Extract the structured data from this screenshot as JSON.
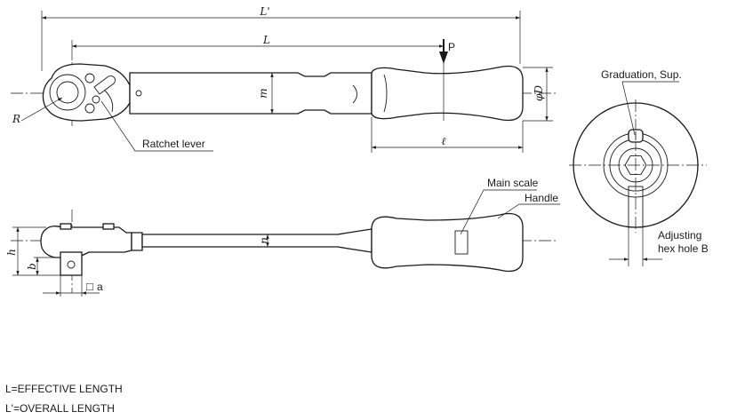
{
  "diagram": {
    "dimensions": {
      "overall_length": "L'",
      "effective_length": "L",
      "load_point": "P",
      "head_radius": "R",
      "shaft_width": "m",
      "handle_diameter": "φD",
      "grip_length": "ℓ",
      "head_height": "h",
      "drive_height": "b",
      "shaft_height": "n",
      "square_drive_symbol": "□",
      "square_drive": "a"
    },
    "labels": {
      "ratchet_lever": "Ratchet lever",
      "main_scale": "Main scale",
      "handle": "Handle",
      "graduation": "Graduation, Sup.",
      "adjusting_line1": "Adjusting",
      "adjusting_line2": "hex hole B"
    },
    "legend": {
      "effective": "L=EFFECTIVE LENGTH",
      "overall": "L'=OVERALL LENGTH"
    }
  }
}
